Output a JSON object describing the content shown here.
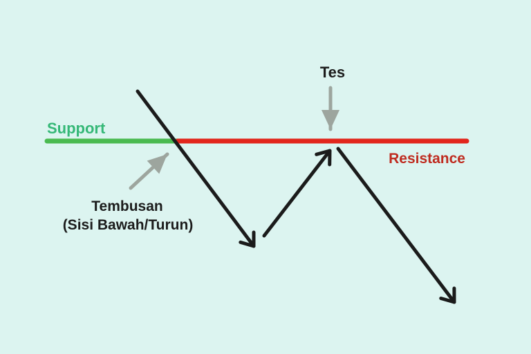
{
  "diagram": {
    "title_semantic": "support-becomes-resistance-breakdown-diagram",
    "labels": {
      "support": "Support",
      "resistance": "Resistance",
      "tes": "Tes",
      "tembusan_line1": "Tembusan",
      "tembusan_line2": "(Sisi Bawah/Turun)"
    },
    "colors": {
      "background": "#dcf4f0",
      "support_line": "#4aba50",
      "support_text": "#35b877",
      "resistance_line": "#e2261c",
      "resistance_text": "#bf2b1f",
      "price_arrow": "#1b1b1b",
      "annotation_arrow": "#9da59e",
      "text_black": "#1c1c1c"
    }
  }
}
